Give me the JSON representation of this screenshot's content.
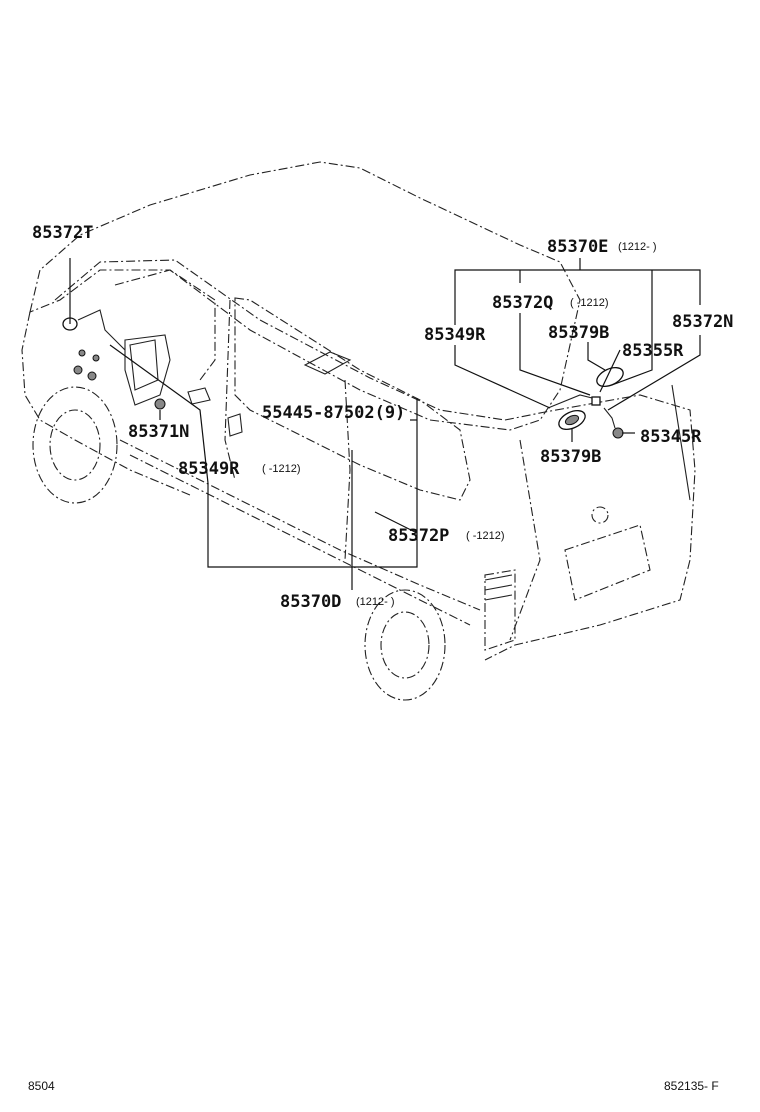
{
  "labels": {
    "p85372T": "85372T",
    "p85371N": "85371N",
    "p85349R_front": "85349R",
    "p85349R_front_note": "(    -1212)",
    "p55445": "55445-87502(9)",
    "p85372P": "85372P",
    "p85372P_note": "(    -1212)",
    "p85370D": "85370D",
    "p85370D_note": "(1212-    )",
    "p85370E": "85370E",
    "p85370E_note": "(1212-    )",
    "p85372Q": "85372Q",
    "p85372Q_note": "(    -1212)",
    "p85349R_rear": "85349R",
    "p85379B_top": "85379B",
    "p85372N": "85372N",
    "p85355R": "85355R",
    "p85345R": "85345R",
    "p85379B_bottom": "85379B"
  },
  "footer": {
    "left_code": "8504",
    "right_code": "852135- F"
  }
}
